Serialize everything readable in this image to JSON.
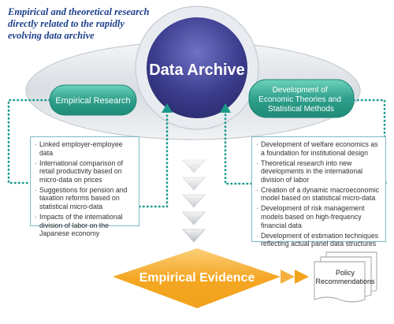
{
  "intro": "Empirical and theoretical research directly related to the rapidly evolving data archive",
  "hub": {
    "label": "Data Archive"
  },
  "empirical_research": {
    "label": "Empirical Research",
    "items": [
      "Linked employer-employee data",
      "International comparison of retail productivity based on micro-data on prices",
      "Suggestions for pension and taxation reforms based on statistical micro-data",
      "Impacts of the international division of labor on the Japanese economy"
    ]
  },
  "theory_methods": {
    "label": "Development of Economic Theories and Statistical Methods",
    "items": [
      "Development of welfare economics as a foundation for institutional design",
      "Theoretical research into new developments in the international division of labor",
      "Creation of a dynamic macroeconomic model based on statistical micro-data",
      "Development of risk management models based on high-frequency financial data",
      "Development of estimation techniques reflecting actual panel data structures"
    ]
  },
  "evidence": {
    "label": "Empirical Evidence"
  },
  "policy": {
    "label": "Policy Recommendations"
  },
  "colors": {
    "hub_fill": "#3c3d8e",
    "pill_fill": "#2fa08c",
    "dot_line": "#1a9a8a",
    "evidence_fill": "#f2a31c",
    "intro_text": "#1c3f8c"
  }
}
